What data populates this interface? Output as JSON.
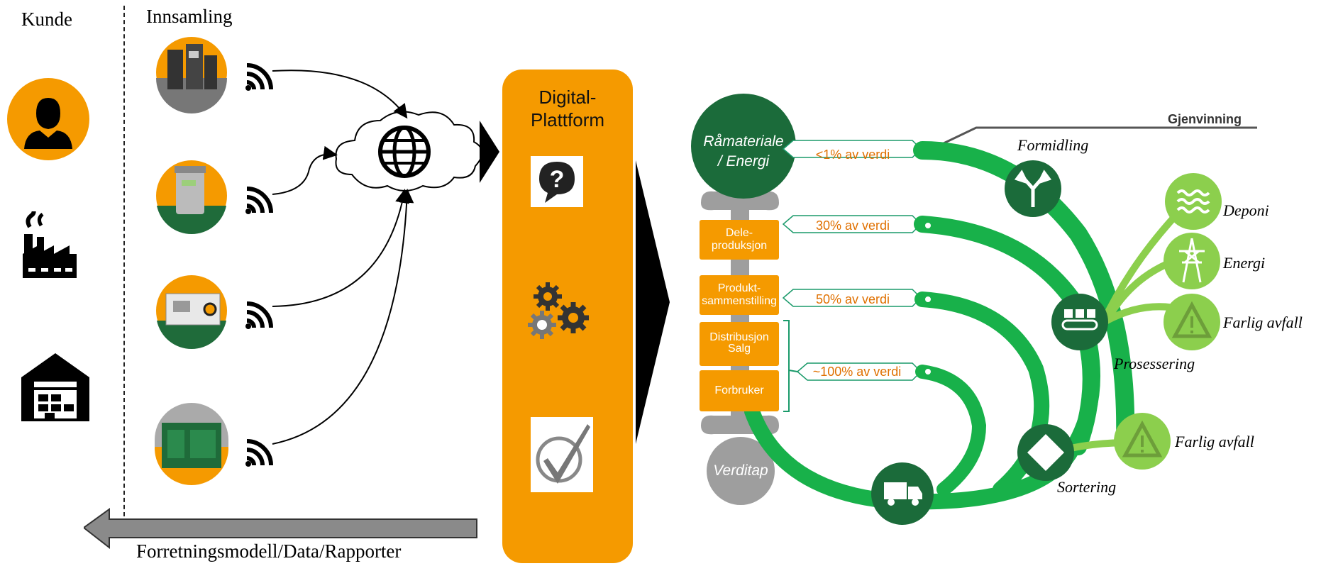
{
  "header": {
    "customer_label": "Kunde",
    "collection_label": "Innsamling"
  },
  "platform": {
    "title_line1": "Digital-",
    "title_line2": "Plattform"
  },
  "bottom_arrow_label": "Forretningsmodell/Data/Rapporter",
  "value_chain": {
    "top_node_line1": "Råmateriale",
    "top_node_line2": "/ Energi",
    "bottom_node": "Verditap",
    "stages": [
      {
        "line1": "Dele-",
        "line2": "produksjon"
      },
      {
        "line1": "Produkt-",
        "line2": "sammenstilling"
      },
      {
        "line1": "Distribusjon",
        "line2": "Salg"
      },
      {
        "line1": "Forbruker",
        "line2": ""
      }
    ],
    "value_labels": [
      "<1% av verdi",
      "30% av verdi",
      "50% av verdi",
      "~100% av verdi"
    ]
  },
  "recovery": {
    "gjenvinning": "Gjenvinning",
    "formidling": "Formidling",
    "prosessering": "Prosessering",
    "sortering": "Sortering",
    "outputs": [
      "Deponi",
      "Energi",
      "Farlig avfall"
    ],
    "sorting_output": "Farlig avfall"
  },
  "colors": {
    "orange": "#f59a00",
    "dark_green": "#1b6b3a",
    "bright_green": "#18b14a",
    "light_green": "#8ccf4d",
    "value_text": "#e07000",
    "gray": "#9e9e9e"
  },
  "icons": [
    "person-icon",
    "factory-icon",
    "warehouse-icon",
    "globe-icon",
    "question-icon",
    "gears-icon",
    "checkmark-icon",
    "fork-arrows-icon",
    "conveyor-icon",
    "diamond-icon",
    "truck-icon",
    "waves-icon",
    "power-pylon-icon",
    "warning-icon"
  ]
}
